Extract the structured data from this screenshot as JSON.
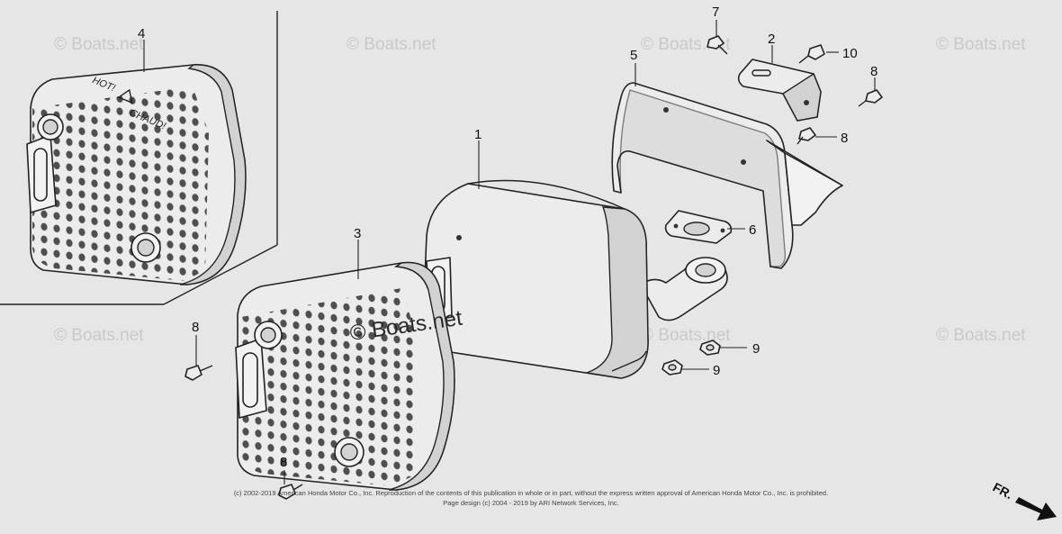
{
  "watermarks": {
    "small": "© Boats.net",
    "main": "© Boats.net"
  },
  "warning_label": {
    "line1": "HOT!",
    "line2": "CHAUD!"
  },
  "callouts": {
    "c1": "1",
    "c2": "2",
    "c3": "3",
    "c4": "4",
    "c5": "5",
    "c6": "6",
    "c7": "7",
    "c8a": "8",
    "c8b": "8",
    "c8c": "8",
    "c8d": "8",
    "c9a": "9",
    "c9b": "9",
    "c10": "10"
  },
  "footer": {
    "copyright": "(c) 2002-2019 American Honda Motor Co., Inc. Reproduction of the contents of this publication in whole or in part, without the express written approval of American Honda Motor Co., Inc. is prohibited.",
    "design": "Page design (c) 2004 - 2019 by ARI Network Services, Inc."
  },
  "direction": {
    "label": "FR."
  },
  "colors": {
    "background": "#e6e6e6",
    "ink": "#222222",
    "watermark": "#c9c9c9"
  }
}
